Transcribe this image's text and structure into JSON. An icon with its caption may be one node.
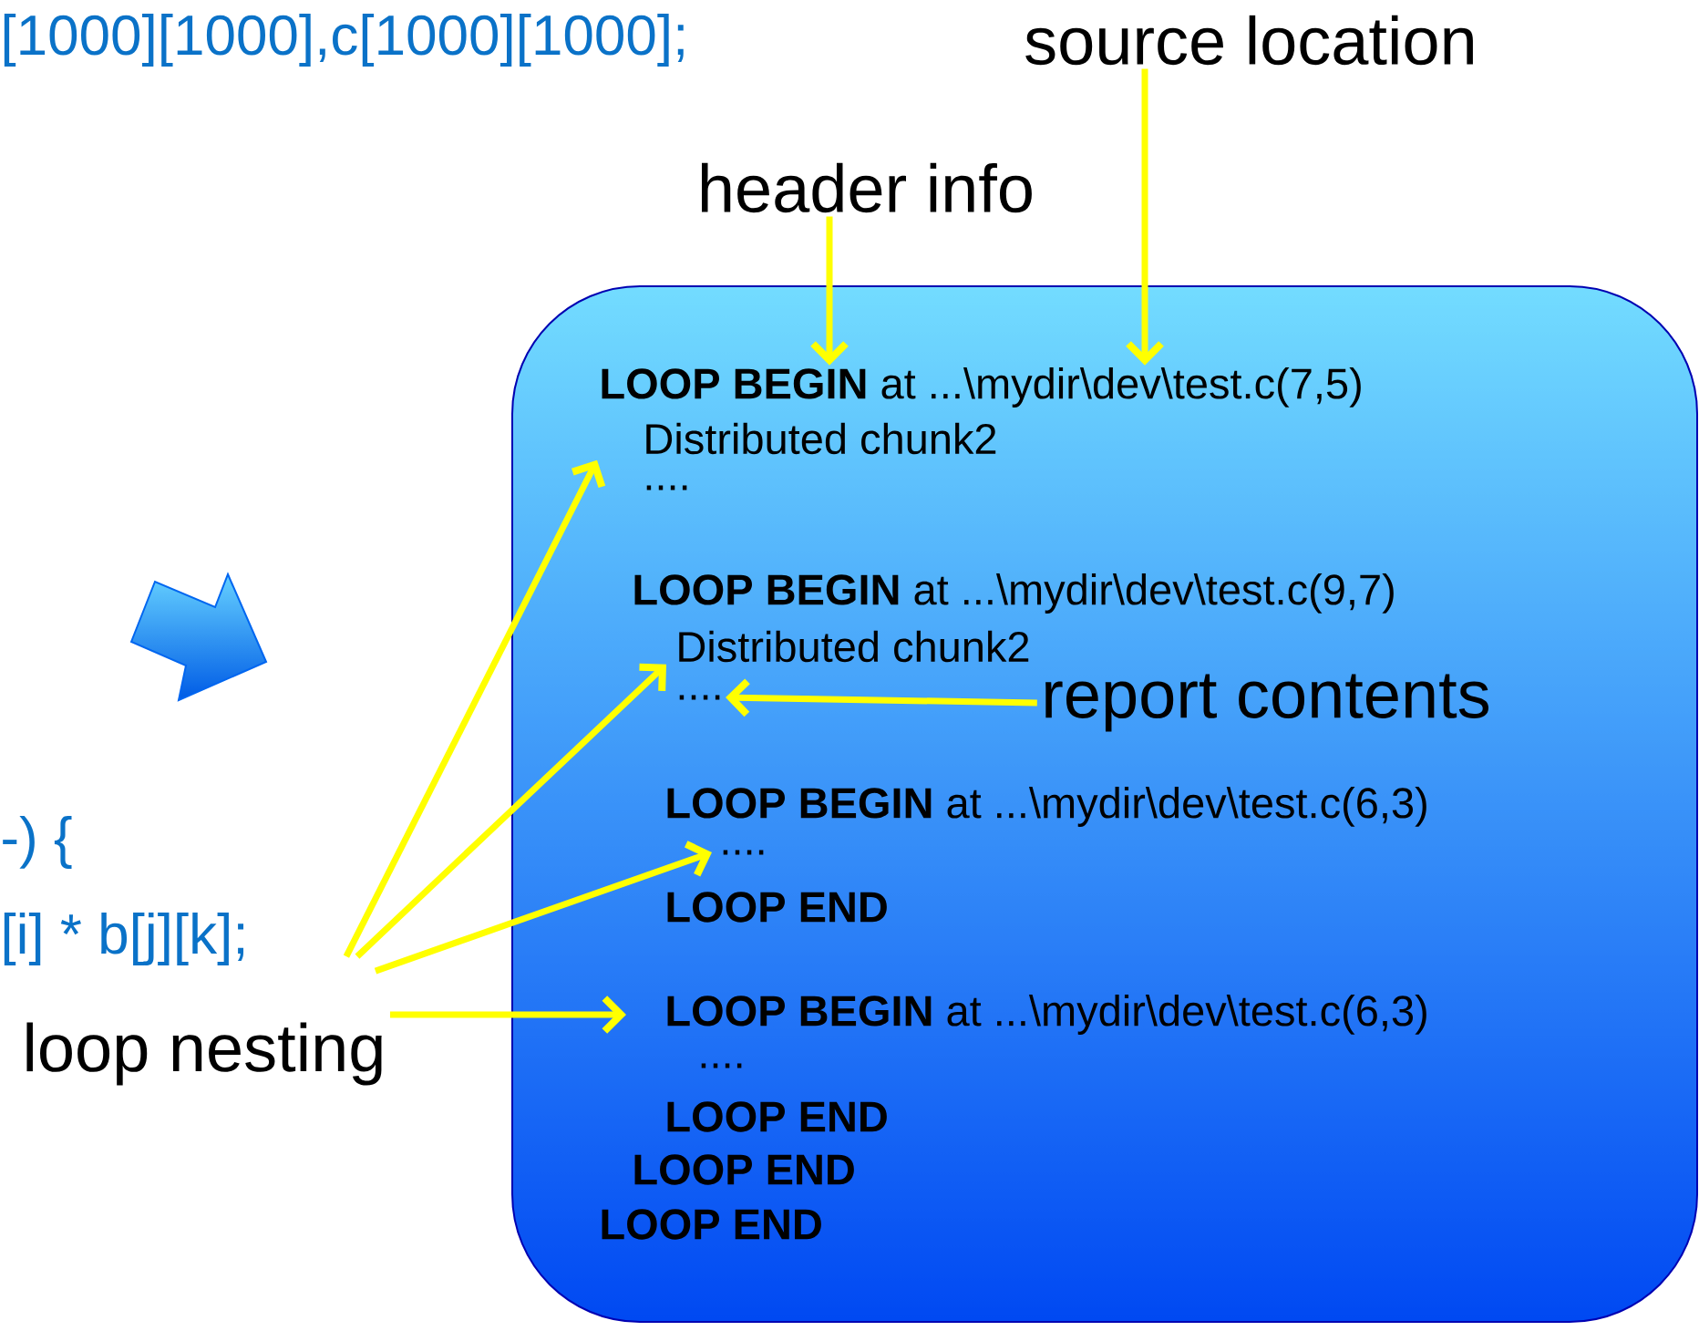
{
  "diagram": {
    "nodes": [
      {
        "text": [],
        "shape": "box"
      },
      {
        "text": [
          "**LOOP BEGIN** at ...\\mydir\\dev\\test.c(7,5)"
        ],
        "in": 0
      },
      {
        "text": [
          "Distributed chunk2"
        ],
        "in": 0
      },
      {
        "text": [
          "...."
        ],
        "in": 0
      },
      {
        "text": [
          "**LOOP BEGIN** at ...\\mydir\\dev\\test.c(9,7)"
        ],
        "in": 0
      },
      {
        "text": [
          "Distributed chunk2"
        ],
        "in": 0
      },
      {
        "text": [
          "...."
        ],
        "in": 0
      },
      {
        "text": [
          "**LOOP BEGIN** at ...\\mydir\\dev\\test.c(6,3)"
        ],
        "in": 0
      },
      {
        "text": [
          "...."
        ],
        "in": 0
      },
      {
        "text": [
          "LOOP END"
        ],
        "in": 0
      },
      {
        "text": [
          "**LOOP BEGIN** at ...\\mydir\\dev\\test.c(6,3)"
        ],
        "in": 0
      },
      {
        "text": [
          "...."
        ],
        "in": 0
      },
      {
        "text": [
          "LOOP END"
        ],
        "in": 0
      },
      {
        "text": [
          "LOOP END"
        ],
        "in": 0
      },
      {
        "text": [
          "LOOP END"
        ],
        "in": 0
      },
      {
        "text": [
          "header info"
        ]
      },
      {
        "text": [
          "source location"
        ]
      },
      {
        "text": [
          "report contents"
        ],
        "in": 0
      },
      {
        "text": [
          "loop nesting"
        ]
      }
    ],
    "edges": [
      {
        "from": 15,
        "to": 1,
        "arrow": "to"
      },
      {
        "from": 16,
        "to": 1,
        "arrow": "to"
      },
      {
        "from": 17,
        "to": 6,
        "arrow": "to"
      },
      {
        "from": 18,
        "to": 2,
        "arrow": "to"
      },
      {
        "from": 18,
        "to": 5,
        "arrow": "to"
      },
      {
        "from": 18,
        "to": 8,
        "arrow": "to"
      },
      {
        "from": 18,
        "to": 10,
        "arrow": "to"
      }
    ],
    "labels": [
      "[1000][1000],c[1000][1000];",
      "-) {",
      "[i] * b[j][k];"
    ]
  }
}
